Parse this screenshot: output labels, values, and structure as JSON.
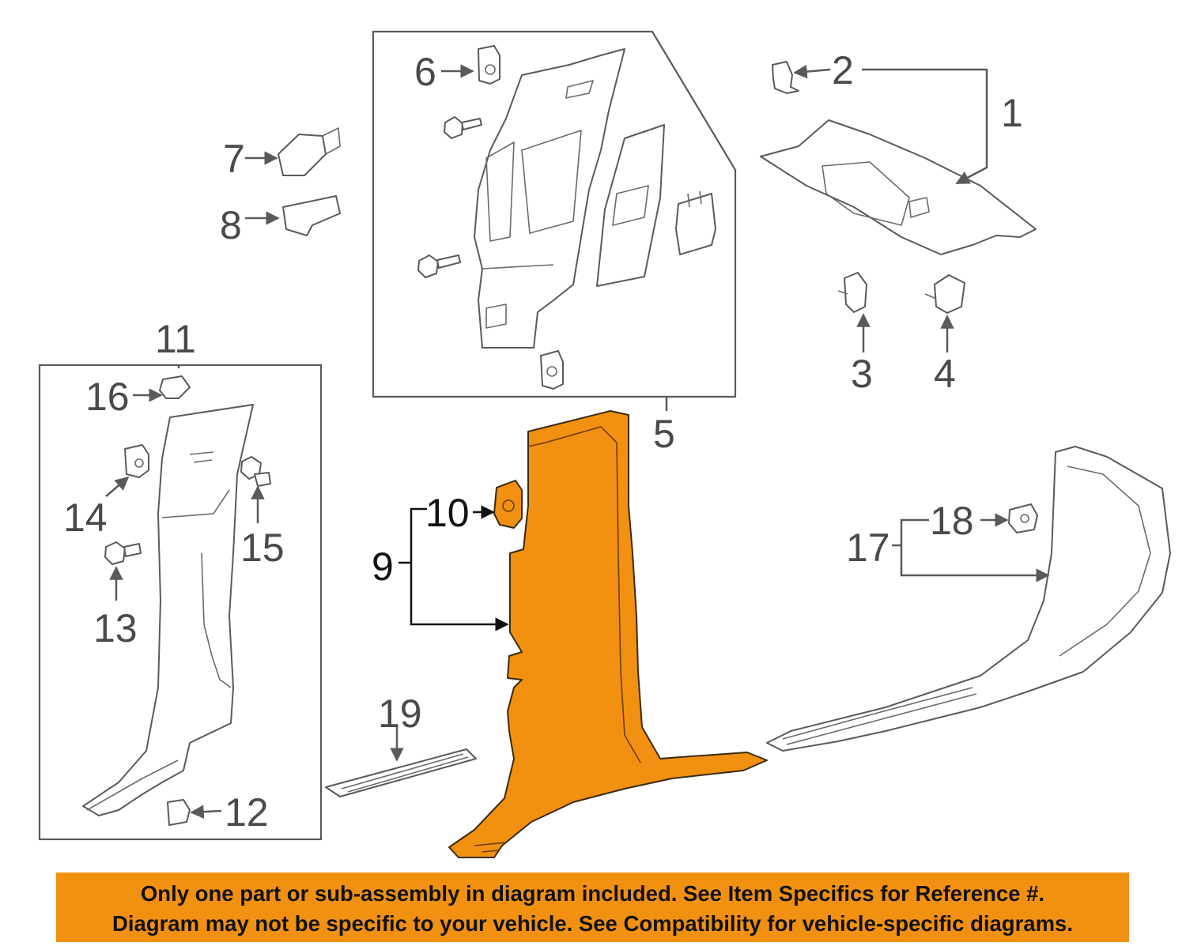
{
  "diagram": {
    "callouts": {
      "c1": "1",
      "c2": "2",
      "c3": "3",
      "c4": "4",
      "c5": "5",
      "c6": "6",
      "c7": "7",
      "c8": "8",
      "c9": "9",
      "c10": "10",
      "c11": "11",
      "c12": "12",
      "c13": "13",
      "c14": "14",
      "c15": "15",
      "c16": "16",
      "c17": "17",
      "c18": "18",
      "c19": "19"
    },
    "highlighted_parts": [
      "9",
      "10"
    ],
    "highlight_color": "#f29111",
    "line_color": "#5a5a5a"
  },
  "disclaimer": {
    "line1": "Only one part or sub-assembly in diagram included. See Item Specifics for Reference #.",
    "line2": "Diagram may not be specific to your vehicle. See Compatibility for vehicle-specific diagrams.",
    "background_color": "#f29111"
  }
}
